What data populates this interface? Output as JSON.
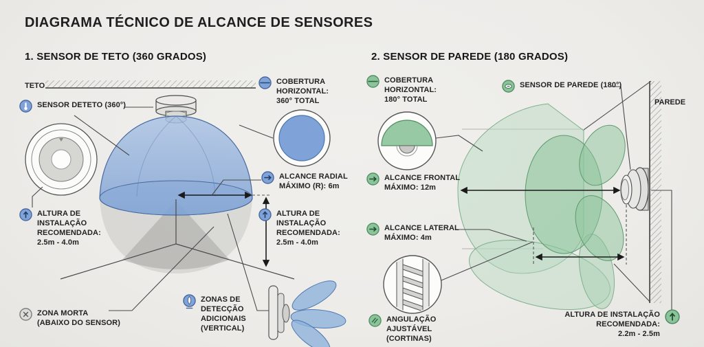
{
  "title": "DIAGRAMA TÉCNICO DE ALCANCE DE SENSORES",
  "left": {
    "heading": "1. SENSOR DE TETO (360 GRADOS)",
    "surface": "TETO",
    "labels": {
      "sensor": "SENSOR DETETO (360°)",
      "cobertura": "COBERTURA\nHORIZONTAL:\n360° TOTAL",
      "alcance_radial": "ALCANCE RADIAL\nMÁXIMO (R): 6m",
      "altura_left": "ALTURA DE\nINSTALAÇÃO\nRECOMENDADA:\n2.5m - 4.0m",
      "altura_right": "ALTURA DE\nINSTALAÇÃO\nRECOMENDADA:\n2.5m - 4.0m",
      "zona_morta": "ZONA MORTA\n(ABAIXO DO SENSOR)",
      "zonas": "ZONAS DE\nDETECÇÃO\nADICIONAIS\n(VERTICAL)"
    }
  },
  "right": {
    "heading": "2. SENSOR DE PAREDE (180 GRADOS)",
    "surface": "PAREDE",
    "labels": {
      "cobertura": "COBERTURA\nHORIZONTAL:\n180° TOTAL",
      "sensor": "SENSOR DE PAREDE (180°)",
      "frontal": "ALCANCE FRONTAL\nMÁXIMO: 12m",
      "lateral": "ALCANCE LATERAL\nMÁXIMO: 4m",
      "angulacao": "ANGULAÇÃO\nAJUSTÁVEL\n(CORTINAS)",
      "altura": "ALTURA DE INSTALAÇÃO\nRECOMENDADA:\n2.2m - 2.5m"
    }
  },
  "colors": {
    "blue": "#7fa3d8",
    "blue_dark": "#48699e",
    "green": "#8cc49a",
    "green_dark": "#4f8a62",
    "bg": "#edece9",
    "ink": "#222222"
  },
  "icons": {
    "sensor_teto": "thermometer-sensor-icon",
    "cobertura_360": "coverage-circle-icon",
    "alcance_radial": "right-arrow-icon",
    "altura": "up-arrow-icon",
    "zona_morta": "x-circle-icon",
    "zonas_verticais": "vertical-lobe-icon",
    "cobertura_180": "coverage-circle-icon",
    "sensor_parede": "wall-sensor-oval-icon",
    "alcance_frontal": "right-arrow-icon",
    "alcance_lateral": "right-arrow-icon",
    "angulacao": "louver-slash-icon",
    "altura_parede": "up-arrow-icon"
  }
}
